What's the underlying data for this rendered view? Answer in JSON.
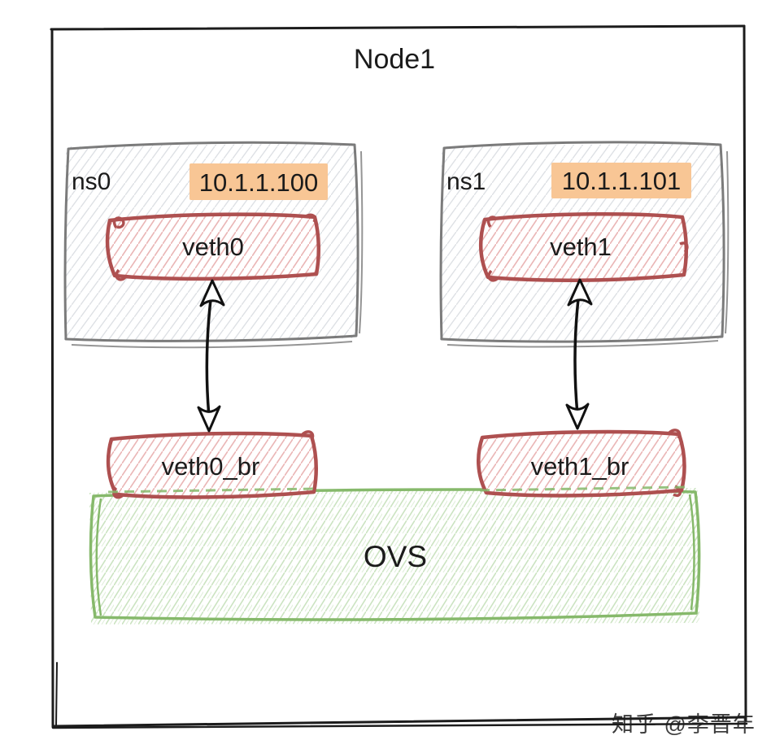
{
  "title": "Node1",
  "watermark": "知乎 @李晋年",
  "namespaces": [
    {
      "name": "ns0",
      "ip": "10.1.1.100",
      "veth": "veth0",
      "bridge_port": "veth0_br"
    },
    {
      "name": "ns1",
      "ip": "10.1.1.101",
      "veth": "veth1",
      "bridge_port": "veth1_br"
    }
  ],
  "ovs": {
    "label": "OVS"
  },
  "connections": [
    {
      "from": "veth0",
      "to": "veth0_br",
      "type": "bidirectional-arrow"
    },
    {
      "from": "veth1",
      "to": "veth1_br",
      "type": "bidirectional-arrow"
    }
  ],
  "colors": {
    "frame": "#1c1c1c",
    "ns_border": "#7b7b7b",
    "veth_border": "#ae5050",
    "ip_highlight": "#f8c695",
    "ovs_border": "#86b96b",
    "arrow": "#111111",
    "text": "#1b1b1b",
    "ns_label": "#3a3a3a",
    "watermark": "#ababab"
  }
}
